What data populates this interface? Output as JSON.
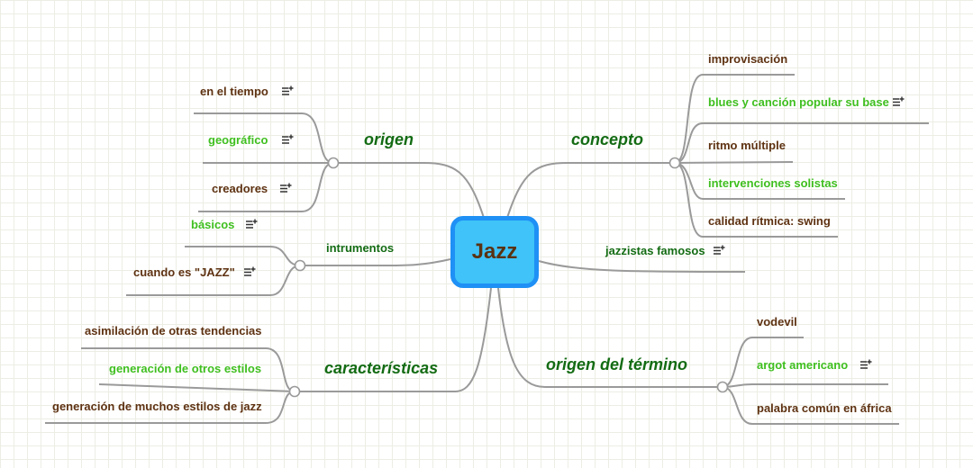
{
  "root": {
    "label": "Jazz"
  },
  "colors": {
    "leaf_brown": "#5e3212",
    "leaf_green": "#3fbf1f",
    "branch_green": "#136b13",
    "root_fill": "#3fc3f8",
    "root_border": "#1f90f5",
    "connector": "#9a9a9a"
  },
  "icons": {
    "note": "note-icon"
  },
  "branches": {
    "origen": {
      "label": "origen",
      "children": [
        "en el tiempo",
        "geográfico",
        "creadores"
      ]
    },
    "intrumentos": {
      "label": "intrumentos",
      "children": [
        "básicos",
        "cuando es \"JAZZ\""
      ]
    },
    "caracteristicas": {
      "label": "características",
      "children": [
        "asimilación de otras tendencias",
        "generación de otros estilos",
        "generación de muchos estilos de jazz"
      ]
    },
    "concepto": {
      "label": "concepto",
      "children": [
        "improvisación",
        "blues y canción popular su base",
        "ritmo múltiple",
        "intervenciones solistas",
        "calidad rítmica: swing"
      ]
    },
    "jazzistas": {
      "label": "jazzistas famosos"
    },
    "origen_termino": {
      "label": "origen del término",
      "children": [
        "vodevil",
        "argot americano",
        "palabra común en áfrica"
      ]
    }
  }
}
